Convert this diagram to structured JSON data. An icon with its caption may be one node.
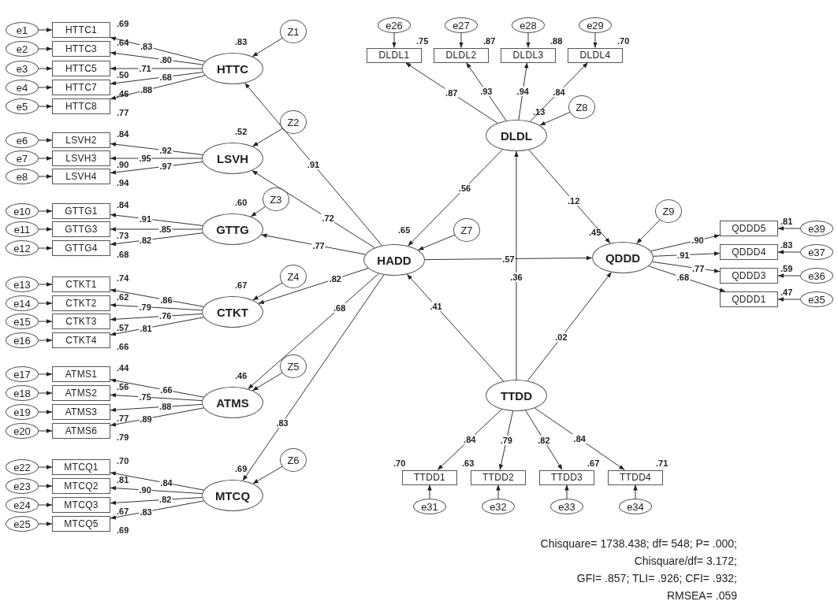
{
  "diagram": {
    "nodes": [
      {
        "text": [
          "HTTC"
        ],
        "beside": [
          ".83"
        ]
      },
      {
        "text": [
          "LSVH"
        ],
        "beside": [
          ".52"
        ]
      },
      {
        "text": [
          "GTTG"
        ],
        "beside": [
          ".60"
        ]
      },
      {
        "text": [
          "CTKT"
        ],
        "beside": [
          ".67"
        ]
      },
      {
        "text": [
          "ATMS"
        ],
        "beside": [
          ".46"
        ]
      },
      {
        "text": [
          "MTCQ"
        ],
        "beside": [
          ".69"
        ]
      },
      {
        "text": [
          "HADD"
        ],
        "beside": [
          ".65"
        ]
      },
      {
        "text": [
          "DLDL"
        ],
        "beside": [
          ".13"
        ]
      },
      {
        "text": [
          "QDDD"
        ],
        "beside": [
          ".45"
        ]
      },
      {
        "text": [
          "TTDD"
        ]
      },
      {
        "text": [
          "Z1"
        ]
      },
      {
        "text": [
          "Z2"
        ]
      },
      {
        "text": [
          "Z3"
        ]
      },
      {
        "text": [
          "Z4"
        ]
      },
      {
        "text": [
          "Z5"
        ]
      },
      {
        "text": [
          "Z6"
        ]
      },
      {
        "text": [
          "Z7"
        ]
      },
      {
        "text": [
          "Z8"
        ]
      },
      {
        "text": [
          "Z9"
        ]
      },
      {
        "text": [
          "HTTC1"
        ],
        "beside": [
          ".69"
        ]
      },
      {
        "text": [
          "HTTC3"
        ],
        "beside": [
          ".64"
        ]
      },
      {
        "text": [
          "HTTC5"
        ],
        "beside": [
          ".50"
        ]
      },
      {
        "text": [
          "HTTC7"
        ],
        "beside": [
          ".46"
        ]
      },
      {
        "text": [
          "HTTC8"
        ],
        "beside": [
          ".77"
        ]
      },
      {
        "text": [
          "LSVH2"
        ],
        "beside": [
          ".84"
        ]
      },
      {
        "text": [
          "LSVH3"
        ],
        "beside": [
          ".90"
        ]
      },
      {
        "text": [
          "LSVH4"
        ],
        "beside": [
          ".94"
        ]
      },
      {
        "text": [
          "GTTG1"
        ],
        "beside": [
          ".84"
        ]
      },
      {
        "text": [
          "GTTG3"
        ],
        "beside": [
          ".73"
        ]
      },
      {
        "text": [
          "GTTG4"
        ],
        "beside": [
          ".68"
        ]
      },
      {
        "text": [
          "CTKT1"
        ],
        "beside": [
          ".74"
        ]
      },
      {
        "text": [
          "CTKT2"
        ],
        "beside": [
          ".62"
        ]
      },
      {
        "text": [
          "CTKT3"
        ],
        "beside": [
          ".57"
        ]
      },
      {
        "text": [
          "CTKT4"
        ],
        "beside": [
          ".66"
        ]
      },
      {
        "text": [
          "ATMS1"
        ],
        "beside": [
          ".44"
        ]
      },
      {
        "text": [
          "ATMS2"
        ],
        "beside": [
          ".56"
        ]
      },
      {
        "text": [
          "ATMS3"
        ],
        "beside": [
          ".77"
        ]
      },
      {
        "text": [
          "ATMS6"
        ],
        "beside": [
          ".79"
        ]
      },
      {
        "text": [
          "MTCQ1"
        ],
        "beside": [
          ".70"
        ]
      },
      {
        "text": [
          "MTCQ2"
        ],
        "beside": [
          ".81"
        ]
      },
      {
        "text": [
          "MTCQ3"
        ],
        "beside": [
          ".67"
        ]
      },
      {
        "text": [
          "MTCQ5"
        ],
        "beside": [
          ".69"
        ]
      },
      {
        "text": [
          "DLDL1"
        ],
        "beside": [
          ".75"
        ]
      },
      {
        "text": [
          "DLDL2"
        ],
        "beside": [
          ".87"
        ]
      },
      {
        "text": [
          "DLDL3"
        ],
        "beside": [
          ".88"
        ]
      },
      {
        "text": [
          "DLDL4"
        ],
        "beside": [
          ".70"
        ]
      },
      {
        "text": [
          "QDDD5"
        ],
        "beside": [
          ".81"
        ]
      },
      {
        "text": [
          "QDDD4"
        ],
        "beside": [
          ".83"
        ]
      },
      {
        "text": [
          "QDDD3"
        ],
        "beside": [
          ".59"
        ]
      },
      {
        "text": [
          "QDDD1"
        ],
        "beside": [
          ".47"
        ]
      },
      {
        "text": [
          "TTDD1"
        ],
        "beside": [
          ".70"
        ]
      },
      {
        "text": [
          "TTDD2"
        ],
        "beside": [
          ".63"
        ]
      },
      {
        "text": [
          "TTDD3"
        ],
        "beside": [
          ".67"
        ]
      },
      {
        "text": [
          "TTDD4"
        ],
        "beside": [
          ".71"
        ]
      },
      {
        "text": [
          "e1"
        ]
      },
      {
        "text": [
          "e2"
        ]
      },
      {
        "text": [
          "e3"
        ]
      },
      {
        "text": [
          "e4"
        ]
      },
      {
        "text": [
          "e5"
        ]
      },
      {
        "text": [
          "e6"
        ]
      },
      {
        "text": [
          "e7"
        ]
      },
      {
        "text": [
          "e8"
        ]
      },
      {
        "text": [
          "e10"
        ]
      },
      {
        "text": [
          "e11"
        ]
      },
      {
        "text": [
          "e12"
        ]
      },
      {
        "text": [
          "e13"
        ]
      },
      {
        "text": [
          "e14"
        ]
      },
      {
        "text": [
          "e15"
        ]
      },
      {
        "text": [
          "e16"
        ]
      },
      {
        "text": [
          "e17"
        ]
      },
      {
        "text": [
          "e18"
        ]
      },
      {
        "text": [
          "e19"
        ]
      },
      {
        "text": [
          "e20"
        ]
      },
      {
        "text": [
          "e22"
        ]
      },
      {
        "text": [
          "e23"
        ]
      },
      {
        "text": [
          "e24"
        ]
      },
      {
        "text": [
          "e25"
        ]
      },
      {
        "text": [
          "e26"
        ]
      },
      {
        "text": [
          "e27"
        ]
      },
      {
        "text": [
          "e28"
        ]
      },
      {
        "text": [
          "e29"
        ]
      },
      {
        "text": [
          "e39"
        ]
      },
      {
        "text": [
          "e37"
        ]
      },
      {
        "text": [
          "e36"
        ]
      },
      {
        "text": [
          "e35"
        ]
      },
      {
        "text": [
          "e31"
        ]
      },
      {
        "text": [
          "e32"
        ]
      },
      {
        "text": [
          "e33"
        ]
      },
      {
        "text": [
          "e34"
        ]
      }
    ],
    "edges": [
      {
        "from": 6,
        "to": 0,
        "arrow": "to",
        "label": ".91"
      },
      {
        "from": 6,
        "to": 1,
        "arrow": "to",
        "label": ".72"
      },
      {
        "from": 6,
        "to": 2,
        "arrow": "to",
        "label": ".77"
      },
      {
        "from": 6,
        "to": 3,
        "arrow": "to",
        "label": ".82"
      },
      {
        "from": 6,
        "to": 4,
        "arrow": "to",
        "label": ".68"
      },
      {
        "from": 6,
        "to": 5,
        "arrow": "to",
        "label": ".83"
      },
      {
        "from": 7,
        "to": 6,
        "arrow": "to",
        "label": ".56"
      },
      {
        "from": 6,
        "to": 8,
        "arrow": "to",
        "label": ".57"
      },
      {
        "from": 7,
        "to": 8,
        "arrow": "to",
        "label": ".12"
      },
      {
        "from": 9,
        "to": 6,
        "arrow": "to",
        "label": ".41"
      },
      {
        "from": 9,
        "to": 7,
        "arrow": "to",
        "label": ".36"
      },
      {
        "from": 9,
        "to": 8,
        "arrow": "to",
        "label": ".02"
      },
      {
        "from": 10,
        "to": 0,
        "arrow": "to"
      },
      {
        "from": 11,
        "to": 1,
        "arrow": "to"
      },
      {
        "from": 12,
        "to": 2,
        "arrow": "to"
      },
      {
        "from": 13,
        "to": 3,
        "arrow": "to"
      },
      {
        "from": 14,
        "to": 4,
        "arrow": "to"
      },
      {
        "from": 15,
        "to": 5,
        "arrow": "to"
      },
      {
        "from": 16,
        "to": 6,
        "arrow": "to"
      },
      {
        "from": 17,
        "to": 7,
        "arrow": "to"
      },
      {
        "from": 18,
        "to": 8,
        "arrow": "to"
      },
      {
        "from": 0,
        "to": 19,
        "arrow": "to",
        "label": ".83"
      },
      {
        "from": 0,
        "to": 20,
        "arrow": "to",
        "label": ".80"
      },
      {
        "from": 0,
        "to": 21,
        "arrow": "to",
        "label": ".71"
      },
      {
        "from": 0,
        "to": 22,
        "arrow": "to",
        "label": ".68"
      },
      {
        "from": 0,
        "to": 23,
        "arrow": "to",
        "label": ".88"
      },
      {
        "from": 1,
        "to": 24,
        "arrow": "to",
        "label": ".92"
      },
      {
        "from": 1,
        "to": 25,
        "arrow": "to",
        "label": ".95"
      },
      {
        "from": 1,
        "to": 26,
        "arrow": "to",
        "label": ".97"
      },
      {
        "from": 2,
        "to": 27,
        "arrow": "to",
        "label": ".91"
      },
      {
        "from": 2,
        "to": 28,
        "arrow": "to",
        "label": ".85"
      },
      {
        "from": 2,
        "to": 29,
        "arrow": "to",
        "label": ".82"
      },
      {
        "from": 3,
        "to": 30,
        "arrow": "to",
        "label": ".86"
      },
      {
        "from": 3,
        "to": 31,
        "arrow": "to",
        "label": ".79"
      },
      {
        "from": 3,
        "to": 32,
        "arrow": "to",
        "label": ".76"
      },
      {
        "from": 3,
        "to": 33,
        "arrow": "to",
        "label": ".81"
      },
      {
        "from": 4,
        "to": 34,
        "arrow": "to",
        "label": ".66"
      },
      {
        "from": 4,
        "to": 35,
        "arrow": "to",
        "label": ".75"
      },
      {
        "from": 4,
        "to": 36,
        "arrow": "to",
        "label": ".88"
      },
      {
        "from": 4,
        "to": 37,
        "arrow": "to",
        "label": ".89"
      },
      {
        "from": 5,
        "to": 38,
        "arrow": "to",
        "label": ".84"
      },
      {
        "from": 5,
        "to": 39,
        "arrow": "to",
        "label": ".90"
      },
      {
        "from": 5,
        "to": 40,
        "arrow": "to",
        "label": ".82"
      },
      {
        "from": 5,
        "to": 41,
        "arrow": "to",
        "label": ".83"
      },
      {
        "from": 7,
        "to": 42,
        "arrow": "to",
        "label": ".87"
      },
      {
        "from": 7,
        "to": 43,
        "arrow": "to",
        "label": ".93"
      },
      {
        "from": 7,
        "to": 44,
        "arrow": "to",
        "label": ".94"
      },
      {
        "from": 7,
        "to": 45,
        "arrow": "to",
        "label": ".84"
      },
      {
        "from": 8,
        "to": 46,
        "arrow": "to",
        "label": ".90"
      },
      {
        "from": 8,
        "to": 47,
        "arrow": "to",
        "label": ".91"
      },
      {
        "from": 8,
        "to": 48,
        "arrow": "to",
        "label": ".77"
      },
      {
        "from": 8,
        "to": 49,
        "arrow": "to",
        "label": ".68"
      },
      {
        "from": 9,
        "to": 50,
        "arrow": "to",
        "label": ".84"
      },
      {
        "from": 9,
        "to": 51,
        "arrow": "to",
        "label": ".79"
      },
      {
        "from": 9,
        "to": 52,
        "arrow": "to",
        "label": ".82"
      },
      {
        "from": 9,
        "to": 53,
        "arrow": "to",
        "label": ".84"
      },
      {
        "from": 54,
        "to": 19,
        "arrow": "to"
      },
      {
        "from": 55,
        "to": 20,
        "arrow": "to"
      },
      {
        "from": 56,
        "to": 21,
        "arrow": "to"
      },
      {
        "from": 57,
        "to": 22,
        "arrow": "to"
      },
      {
        "from": 58,
        "to": 23,
        "arrow": "to"
      },
      {
        "from": 59,
        "to": 24,
        "arrow": "to"
      },
      {
        "from": 60,
        "to": 25,
        "arrow": "to"
      },
      {
        "from": 61,
        "to": 26,
        "arrow": "to"
      },
      {
        "from": 62,
        "to": 27,
        "arrow": "to"
      },
      {
        "from": 63,
        "to": 28,
        "arrow": "to"
      },
      {
        "from": 64,
        "to": 29,
        "arrow": "to"
      },
      {
        "from": 65,
        "to": 30,
        "arrow": "to"
      },
      {
        "from": 66,
        "to": 31,
        "arrow": "to"
      },
      {
        "from": 67,
        "to": 32,
        "arrow": "to"
      },
      {
        "from": 68,
        "to": 33,
        "arrow": "to"
      },
      {
        "from": 69,
        "to": 34,
        "arrow": "to"
      },
      {
        "from": 70,
        "to": 35,
        "arrow": "to"
      },
      {
        "from": 71,
        "to": 36,
        "arrow": "to"
      },
      {
        "from": 72,
        "to": 37,
        "arrow": "to"
      },
      {
        "from": 73,
        "to": 38,
        "arrow": "to"
      },
      {
        "from": 74,
        "to": 39,
        "arrow": "to"
      },
      {
        "from": 75,
        "to": 40,
        "arrow": "to"
      },
      {
        "from": 76,
        "to": 41,
        "arrow": "to"
      },
      {
        "from": 77,
        "to": 42,
        "arrow": "to"
      },
      {
        "from": 78,
        "to": 43,
        "arrow": "to"
      },
      {
        "from": 79,
        "to": 44,
        "arrow": "to"
      },
      {
        "from": 80,
        "to": 45,
        "arrow": "to"
      },
      {
        "from": 81,
        "to": 46,
        "arrow": "to"
      },
      {
        "from": 82,
        "to": 47,
        "arrow": "to"
      },
      {
        "from": 83,
        "to": 48,
        "arrow": "to"
      },
      {
        "from": 84,
        "to": 49,
        "arrow": "to"
      },
      {
        "from": 85,
        "to": 50,
        "arrow": "to"
      },
      {
        "from": 86,
        "to": 51,
        "arrow": "to"
      },
      {
        "from": 87,
        "to": 52,
        "arrow": "to"
      },
      {
        "from": 88,
        "to": 53,
        "arrow": "to"
      }
    ],
    "labels": [
      "Chisquare= 1738.438; df= 548; P= .000;",
      "Chisquare/df= 3.172;",
      "GFI= .857; TLI= .926; CFI= .932;",
      "RMSEA= .059"
    ]
  }
}
